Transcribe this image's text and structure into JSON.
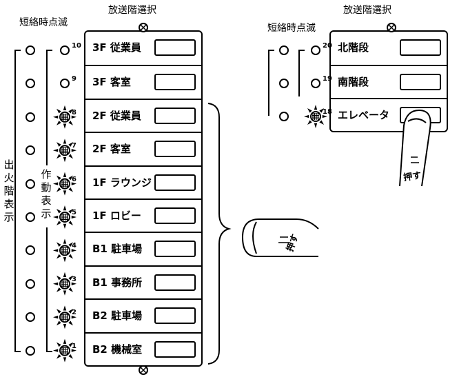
{
  "left_panel": {
    "header_select": "放送階選択",
    "header_short": "短絡時点滅",
    "label_fire": "出火階表示",
    "label_operation": "作動表示",
    "floors": [
      {
        "label": "3F 従業員",
        "number": "10",
        "active": false
      },
      {
        "label": "3F 客室",
        "number": "9",
        "active": false
      },
      {
        "label": "2F 従業員",
        "number": "8",
        "active": true
      },
      {
        "label": "2F 客室",
        "number": "7",
        "active": true
      },
      {
        "label": "1F ラウンジ",
        "number": "6",
        "active": true
      },
      {
        "label": "1F ロビー",
        "number": "5",
        "active": true
      },
      {
        "label": "B1 駐車場",
        "number": "4",
        "active": true
      },
      {
        "label": "B1 事務所",
        "number": "3",
        "active": true
      },
      {
        "label": "B2 駐車場",
        "number": "2",
        "active": true
      },
      {
        "label": "B2 機械室",
        "number": "1",
        "active": true
      }
    ],
    "finger_label": "押す"
  },
  "right_panel": {
    "header_select": "放送階選択",
    "header_short": "短絡時点滅",
    "floors": [
      {
        "label": "北階段",
        "number": "20",
        "active": false
      },
      {
        "label": "南階段",
        "number": "19",
        "active": false
      },
      {
        "label": "エレベータ",
        "number": "18",
        "active": true
      }
    ],
    "finger_label": "押す"
  }
}
